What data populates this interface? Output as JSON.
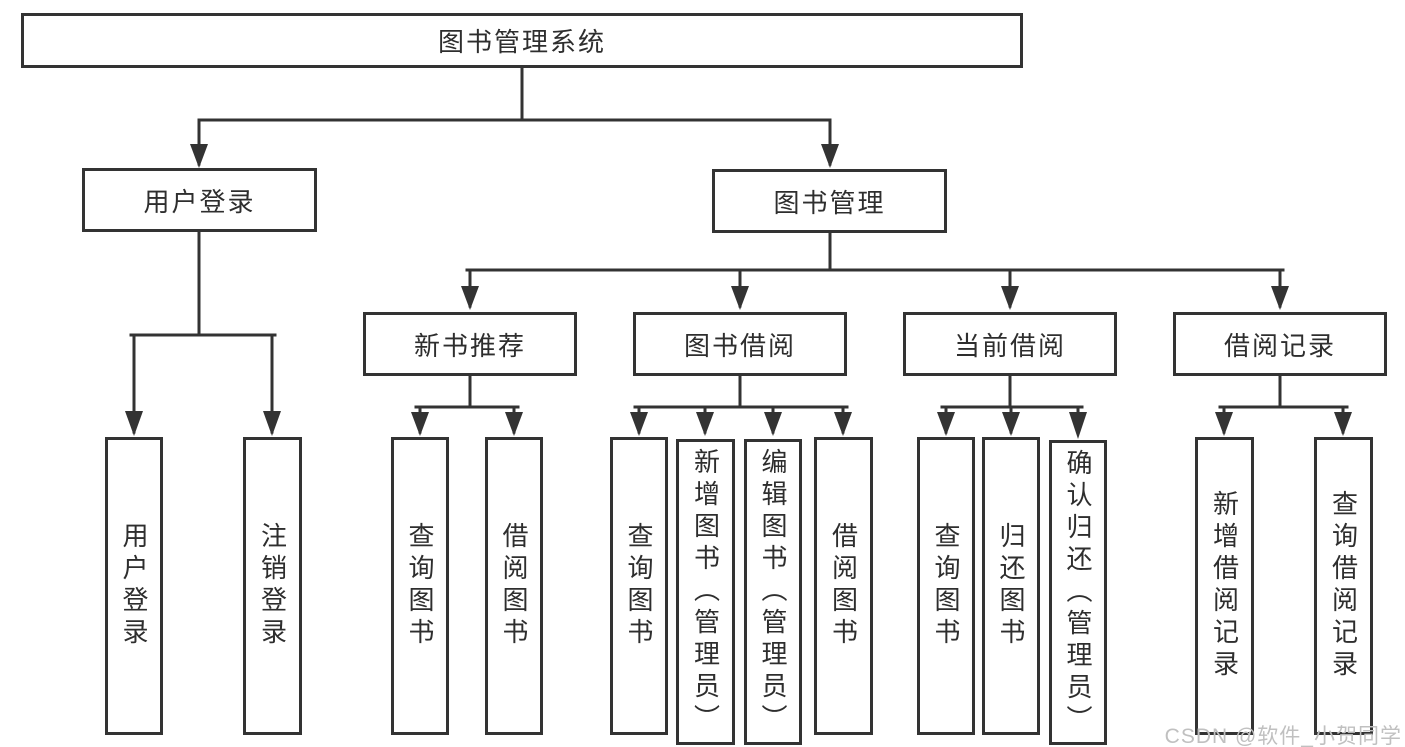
{
  "tree": {
    "root": {
      "label": "图书管理系统"
    },
    "branches": [
      {
        "label": "用户登录",
        "children": [
          {
            "label": "用户登录"
          },
          {
            "label": "注销登录"
          }
        ]
      },
      {
        "label": "图书管理",
        "sections": [
          {
            "label": "新书推荐",
            "children": [
              {
                "label": "查询图书"
              },
              {
                "label": "借阅图书"
              }
            ]
          },
          {
            "label": "图书借阅",
            "children": [
              {
                "label": "查询图书"
              },
              {
                "label": "新增图书（管理员）"
              },
              {
                "label": "编辑图书（管理员）"
              },
              {
                "label": "借阅图书"
              }
            ]
          },
          {
            "label": "当前借阅",
            "children": [
              {
                "label": "查询图书"
              },
              {
                "label": "归还图书"
              },
              {
                "label": "确认归还（管理员）"
              }
            ]
          },
          {
            "label": "借阅记录",
            "children": [
              {
                "label": "新增借阅记录"
              },
              {
                "label": "查询借阅记录"
              }
            ]
          }
        ]
      }
    ]
  },
  "watermark": "CSDN @软件_小贺同学",
  "colors": {
    "line": "#333333",
    "text": "#2e2e2e",
    "box_fill": "#ffffff",
    "background": "#ffffff",
    "watermark": "#c0c0c0"
  }
}
